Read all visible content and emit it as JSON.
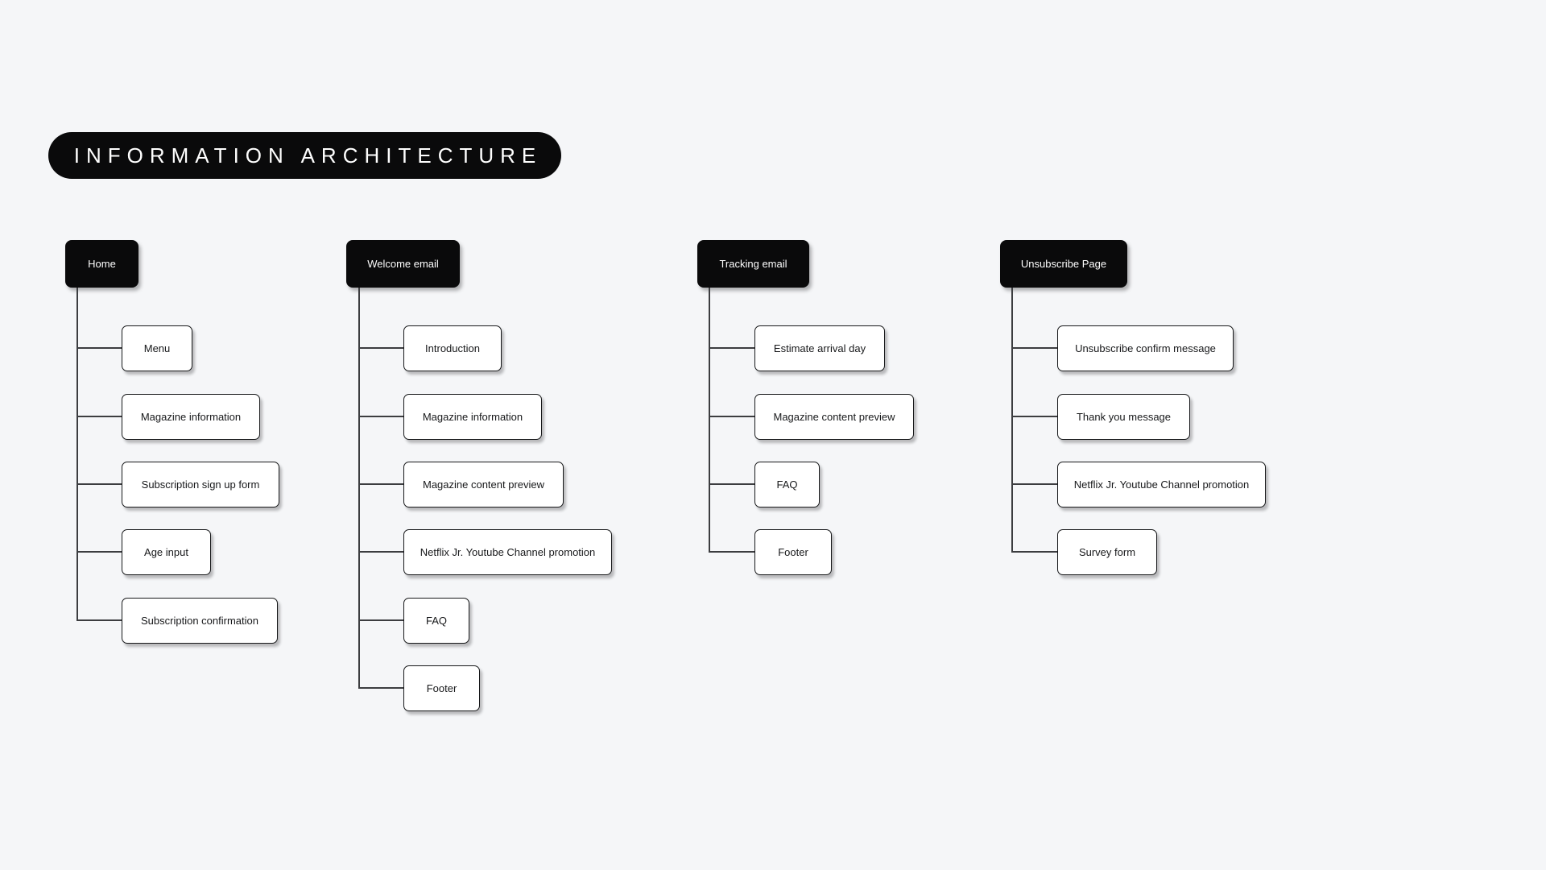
{
  "title": {
    "label": "INFORMATION ARCHITECTURE"
  },
  "colors": {
    "background": "#f5f6f8",
    "root_node_fill": "#0a0a0b",
    "root_node_text": "#ffffff",
    "child_node_fill": "#ffffff",
    "child_node_border": "#17181a",
    "connector_line": "#3c3d40"
  },
  "tree": {
    "columns": [
      {
        "root": "Home",
        "children": [
          "Menu",
          "Magazine information",
          "Subscription sign up form",
          "Age input",
          "Subscription confirmation"
        ]
      },
      {
        "root": "Welcome email",
        "children": [
          "Introduction",
          "Magazine information",
          "Magazine content preview",
          "Netflix Jr. Youtube Channel promotion",
          "FAQ",
          "Footer"
        ]
      },
      {
        "root": "Tracking email",
        "children": [
          "Estimate arrival day",
          "Magazine content preview",
          "FAQ",
          "Footer"
        ]
      },
      {
        "root": "Unsubscribe Page",
        "children": [
          "Unsubscribe confirm message",
          "Thank you message",
          "Netflix Jr. Youtube Channel promotion",
          "Survey form"
        ]
      }
    ]
  }
}
